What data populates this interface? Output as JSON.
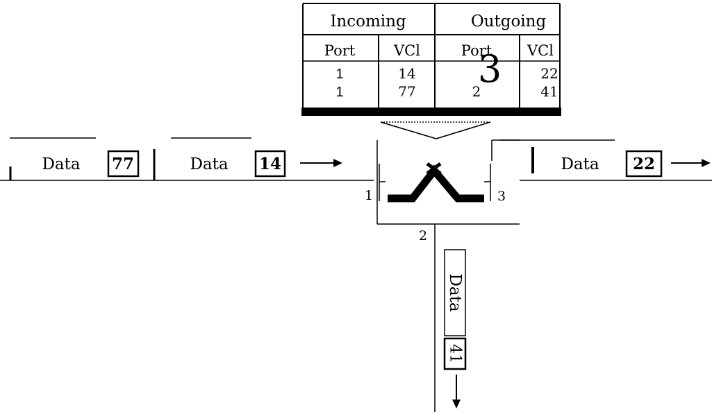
{
  "switching_table": {
    "incoming_label": "Incoming",
    "outgoing_label": "Outgoing",
    "columns": [
      "Port",
      "VCl",
      "Port",
      "VCl"
    ],
    "rows": [
      {
        "in_port": "1",
        "in_vci": "14",
        "out_port": "3",
        "out_vci": "22"
      },
      {
        "in_port": "1",
        "in_vci": "77",
        "out_port": "2",
        "out_vci": "41"
      }
    ]
  },
  "incoming_link": {
    "cells": [
      {
        "data_label": "Data",
        "vci": "77"
      },
      {
        "data_label": "Data",
        "vci": "14"
      }
    ]
  },
  "outgoing_right": {
    "data_label": "Data",
    "vci": "22"
  },
  "outgoing_down": {
    "data_label": "Data",
    "vci": "41"
  },
  "switch": {
    "port_left": "1",
    "port_right": "3",
    "port_bottom": "2"
  }
}
